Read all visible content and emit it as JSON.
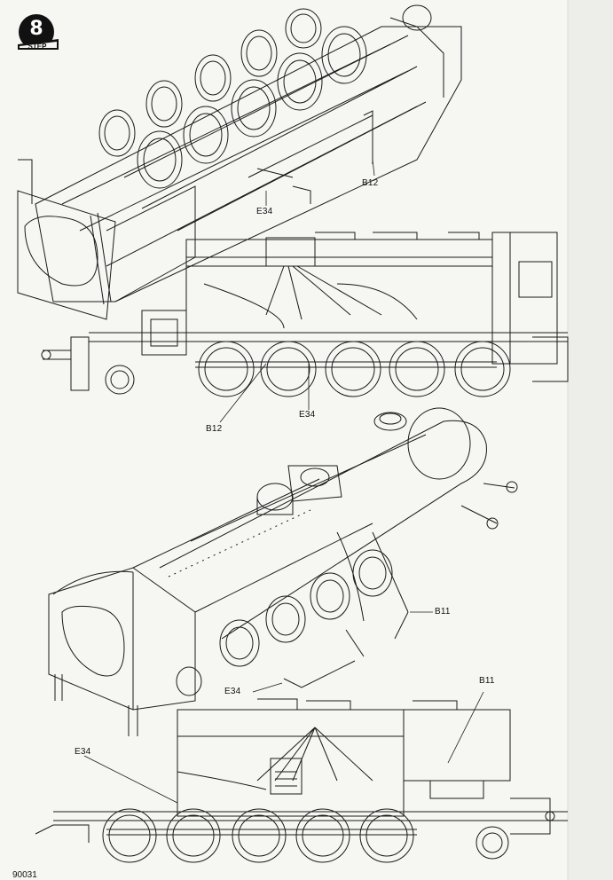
{
  "step": {
    "number": "8",
    "word": "STEP"
  },
  "labels": {
    "b12_top": "B12",
    "e34_top": "E34",
    "b12_side": "B12",
    "e34_side": "E34",
    "b11_iso": "B11",
    "e34_iso": "E34",
    "b11_side": "B11",
    "e34_side2": "E34"
  },
  "page_code": "90031"
}
